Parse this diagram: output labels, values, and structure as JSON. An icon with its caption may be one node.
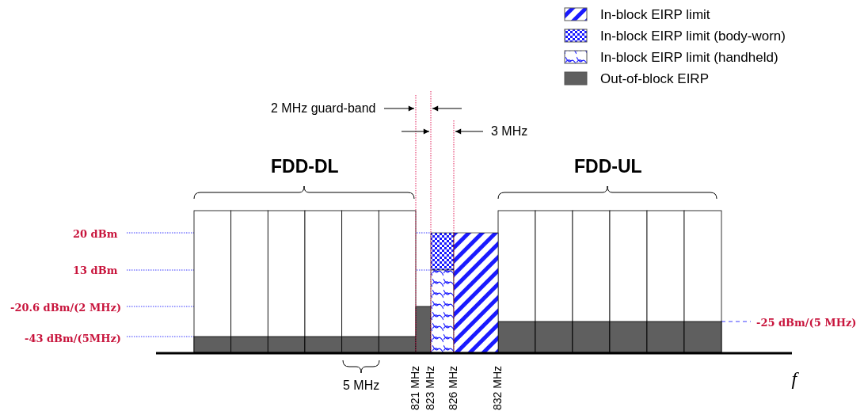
{
  "diagram": {
    "labels": [
      "2 MHz guard-band",
      "3 MHz",
      "FDD-DL",
      "FDD-UL",
      "20 dBm",
      "13 dBm",
      "-20.6 dBm/(2 MHz)",
      "-43 dBm/(5MHz)",
      "-25 dBm/(5 MHz)",
      "5 MHz",
      "821 MHz",
      "823 MHz",
      "826 MHz",
      "832 MHz",
      "f"
    ],
    "legend": [
      {
        "text": "In-block EIRP limit"
      },
      {
        "text": "In-block EIRP limit (body-worn)"
      },
      {
        "text": "In-block EIRP limit (handheld)"
      },
      {
        "text": "Out-of-block EIRP",
        "color": "#5f5f5f"
      }
    ]
  }
}
